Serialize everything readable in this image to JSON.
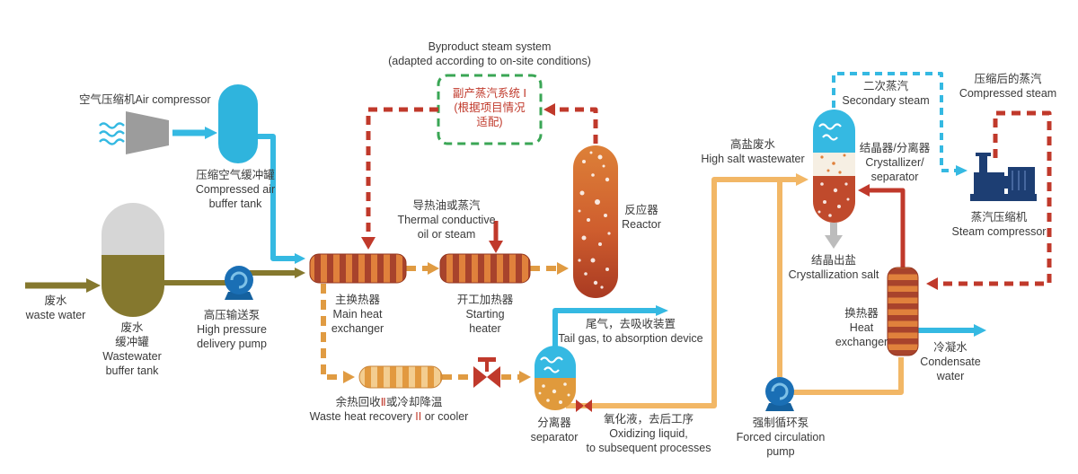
{
  "colors": {
    "cyan": "#35b9e2",
    "olive": "#85782e",
    "orange_dashed": "#e09b42",
    "orange_light": "#f2b766",
    "red": "#c0392b",
    "green_box": "#3aa655",
    "navy": "#1d3e73",
    "pump_blue": "#1a6fb5",
    "gray_arrow": "#bcbcbc"
  },
  "equipment_icons": [
    "air-compressor-icon",
    "compressed-air-buffer-tank-icon",
    "wastewater-buffer-tank-icon",
    "high-pressure-pump-icon",
    "main-heat-exchanger-icon",
    "starting-heater-icon",
    "waste-heat-recovery-icon",
    "valve-icon",
    "reactor-icon",
    "separator-icon",
    "crystallizer-icon",
    "forced-circulation-pump-icon",
    "heat-exchanger-icon",
    "steam-compressor-icon"
  ],
  "labels": {
    "air_compressor": {
      "text": "空气压缩机Air compressor"
    },
    "compressed_air_tank": {
      "l1": "压缩空气缓冲罐",
      "l2": "Compressed air",
      "l3": "buffer tank"
    },
    "byproduct_title": {
      "l1": "Byproduct steam system",
      "l2": "(adapted according to on-site conditions)"
    },
    "byproduct_box": {
      "l1": "副产蒸汽系统 Ⅰ",
      "l2": "(根据项目情况",
      "l3": "适配)"
    },
    "thermal_oil": {
      "l1": "导热油或蒸汽",
      "l2": "Thermal conductive",
      "l3": "oil or steam"
    },
    "reactor": {
      "l1": "反应器",
      "l2": "Reactor"
    },
    "main_hx": {
      "l1": "主换热器",
      "l2": "Main heat",
      "l3": "exchanger"
    },
    "starting_heater": {
      "l1": "开工加热器",
      "l2": "Starting",
      "l3": "heater"
    },
    "waste_water_in": {
      "l1": "废水",
      "l2": "waste water"
    },
    "ww_tank": {
      "l1": "废水",
      "l2": "缓冲罐",
      "l3": "Wastewater",
      "l4": "buffer tank"
    },
    "hp_pump": {
      "l1": "高压输送泵",
      "l2": "High pressure",
      "l3": "delivery pump"
    },
    "whr": {
      "cn_pre": "余热回收",
      "cn_num": "Ⅱ",
      "cn_post": "或冷却降温",
      "en_pre": "Waste heat recovery ",
      "en_num": "II",
      "en_post": " or cooler"
    },
    "tail_gas": {
      "l1": "尾气，去吸收装置",
      "l2": "Tail gas, to absorption device"
    },
    "separator": {
      "l1": "分离器",
      "l2": "separator"
    },
    "oxidizing": {
      "l1": "氧化液，去后工序",
      "l2": "Oxidizing liquid,",
      "l3": "to subsequent processes"
    },
    "high_salt": {
      "l1": "高盐废水",
      "l2": "High salt wastewater"
    },
    "secondary_steam": {
      "l1": "二次蒸汽",
      "l2": "Secondary steam"
    },
    "crystallizer": {
      "l1": "结晶器/分离器",
      "l2": "Crystallizer/",
      "l3": "separator"
    },
    "salt_out": {
      "l1": "结晶出盐",
      "l2": "Crystallization salt"
    },
    "compressed_steam": {
      "l1": "压缩后的蒸汽",
      "l2": "Compressed steam"
    },
    "steam_compressor": {
      "l1": "蒸汽压缩机",
      "l2": "Steam compressor"
    },
    "heat_exchanger": {
      "l1": "换热器",
      "l2": "Heat",
      "l3": "exchanger"
    },
    "condensate": {
      "l1": "冷凝水",
      "l2": "Condensate",
      "l3": "water"
    },
    "fc_pump": {
      "l1": "强制循环泵",
      "l2": "Forced circulation",
      "l3": "pump"
    }
  }
}
